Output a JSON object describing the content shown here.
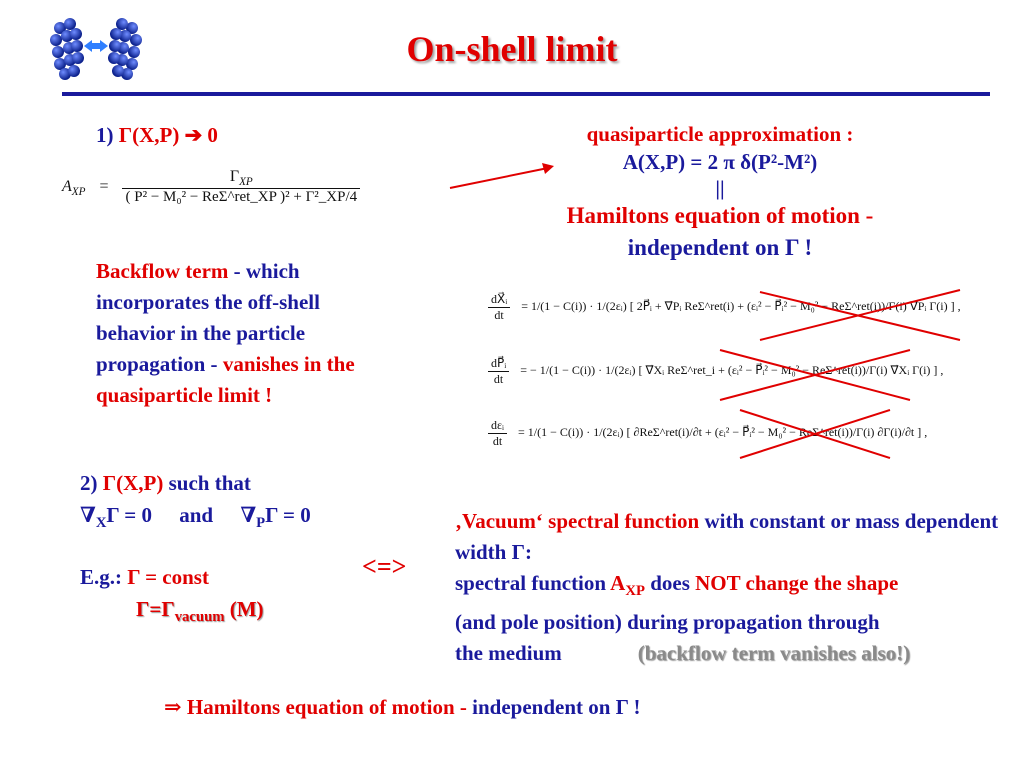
{
  "title": "On-shell limit",
  "item1": {
    "num": "1) ",
    "expr": "Γ(X,P) ➔ 0"
  },
  "axp_formula": {
    "lhs": "A",
    "lhs_sub": "XP",
    "eq": "=",
    "numerator": "Γ",
    "numerator_sub": "XP",
    "denominator": "( P² − M₀² − ReΣ^ret_XP )² + Γ²_XP/4"
  },
  "quasi": {
    "heading": "quasiparticle approximation :",
    "formula": "A(X,P) = 2 π δ(P²-M²)",
    "equiv": "||",
    "hamilton_line1": "Hamiltons equation of motion -",
    "hamilton_line2": "independent on Γ !"
  },
  "backflow": {
    "part1": "Backflow term",
    "part2": " - which incorporates the off-shell behavior in the particle propagation - ",
    "part3": " vanishes in the quasiparticle limit !"
  },
  "equations": {
    "eq1_lhs_num": "dX⃗ᵢ",
    "eq1_lhs_den": "dt",
    "eq1_rhs": "= 1/(1 − C(i)) · 1/(2εᵢ) [ 2P⃗ᵢ + ∇⃗Pᵢ ReΣ^ret(i) + (εᵢ² − P⃗ᵢ² − M₀² − ReΣ^ret(i))/Γ(i) ∇⃗Pᵢ Γ(i) ] ,",
    "eq2_lhs_num": "dP⃗ᵢ",
    "eq2_lhs_den": "dt",
    "eq2_rhs": "= − 1/(1 − C(i)) · 1/(2εᵢ) [ ∇⃗Xᵢ ReΣ^ret_i + (εᵢ² − P⃗ᵢ² − M₀² − ReΣ^ret(i))/Γ(i) ∇⃗Xᵢ Γ(i) ] ,",
    "eq3_lhs_num": "dεᵢ",
    "eq3_lhs_den": "dt",
    "eq3_rhs": "= 1/(1 − C(i)) · 1/(2εᵢ) [ ∂ReΣ^ret(i)/∂t + (εᵢ² − P⃗ᵢ² − M₀² − ReΣ^ret(i))/Γ(i) ∂Γ(i)/∂t ] ,"
  },
  "item2": {
    "num": "2) ",
    "expr": "Γ(X,P)",
    "tail": " such that",
    "cond1": "∇",
    "cond1_sub": "X",
    "cond1_tail": "Γ = 0",
    "and": "and",
    "cond2": "∇",
    "cond2_sub": "P",
    "cond2_tail": "Γ = 0"
  },
  "eg": {
    "label": "E.g.: ",
    "line1": "Γ = const",
    "line2_a": "Γ=Γ",
    "line2_sub": "vacuum",
    "line2_b": " (M)"
  },
  "equiv_arrow": "<=>",
  "vacuum": {
    "q1": "‚Vacuum‘ spectral function",
    "q1_tail": " with constant or mass dependent width Γ:",
    "l2a": "spectral function ",
    "l2_a": "A",
    "l2_sub": "XP",
    "l2b": " does ",
    "l2c": "NOT change the shape",
    "l3": "(and pole position) during propagation through",
    "l4": "the medium",
    "l4_gray": "(backflow term vanishes also!)"
  },
  "conclusion": {
    "arrow": "⇒ ",
    "red": "Hamiltons equation of motion - ",
    "blue": "  independent on Γ !"
  },
  "colors": {
    "title": "#e00000",
    "text": "#1a1a9c",
    "rule": "#1a1a9c",
    "accent": "#e00000"
  },
  "logo": {
    "icon": "nucleus-collision-logo"
  }
}
